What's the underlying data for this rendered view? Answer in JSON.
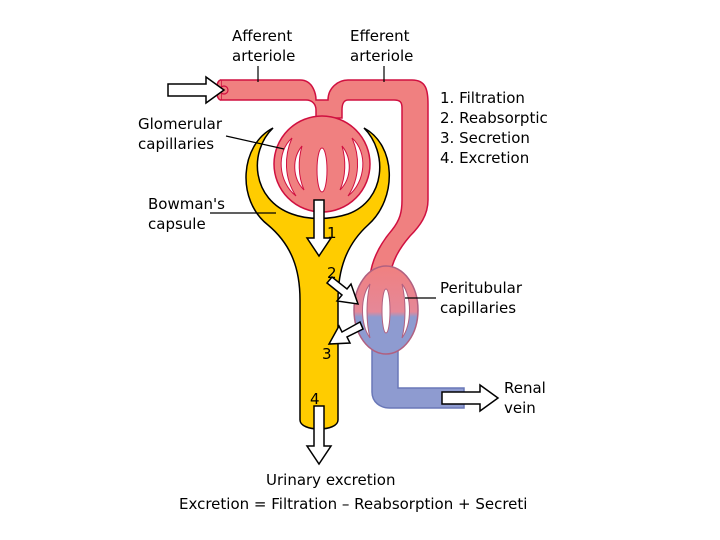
{
  "labels": {
    "afferent_line1": "Afferent",
    "afferent_line2": "arteriole",
    "efferent_line1": "Efferent",
    "efferent_line2": "arteriole",
    "glomerular_line1": "Glomerular",
    "glomerular_line2": "capillaries",
    "bowman_line1": "Bowman's",
    "bowman_line2": "capsule",
    "peritubular_line1": "Peritubular",
    "peritubular_line2": "capillaries",
    "renal_line1": "Renal",
    "renal_line2": "vein",
    "urinary": "Urinary excretion",
    "equation": "Excretion = Filtration – Reabsorption + Secreti"
  },
  "processes": [
    "1. Filtration",
    "2. Reabsorptic",
    "3. Secretion",
    "4. Excretion"
  ],
  "step_numbers": [
    "1",
    "2",
    "3",
    "4"
  ],
  "colors": {
    "artery": "#f08080",
    "artery_stroke": "#d01040",
    "vein": "#8e9bd0",
    "vein_stroke": "#6a78b8",
    "capsule": "#ffcc00",
    "outline": "#000000",
    "arrow_fill": "#ffffff"
  }
}
